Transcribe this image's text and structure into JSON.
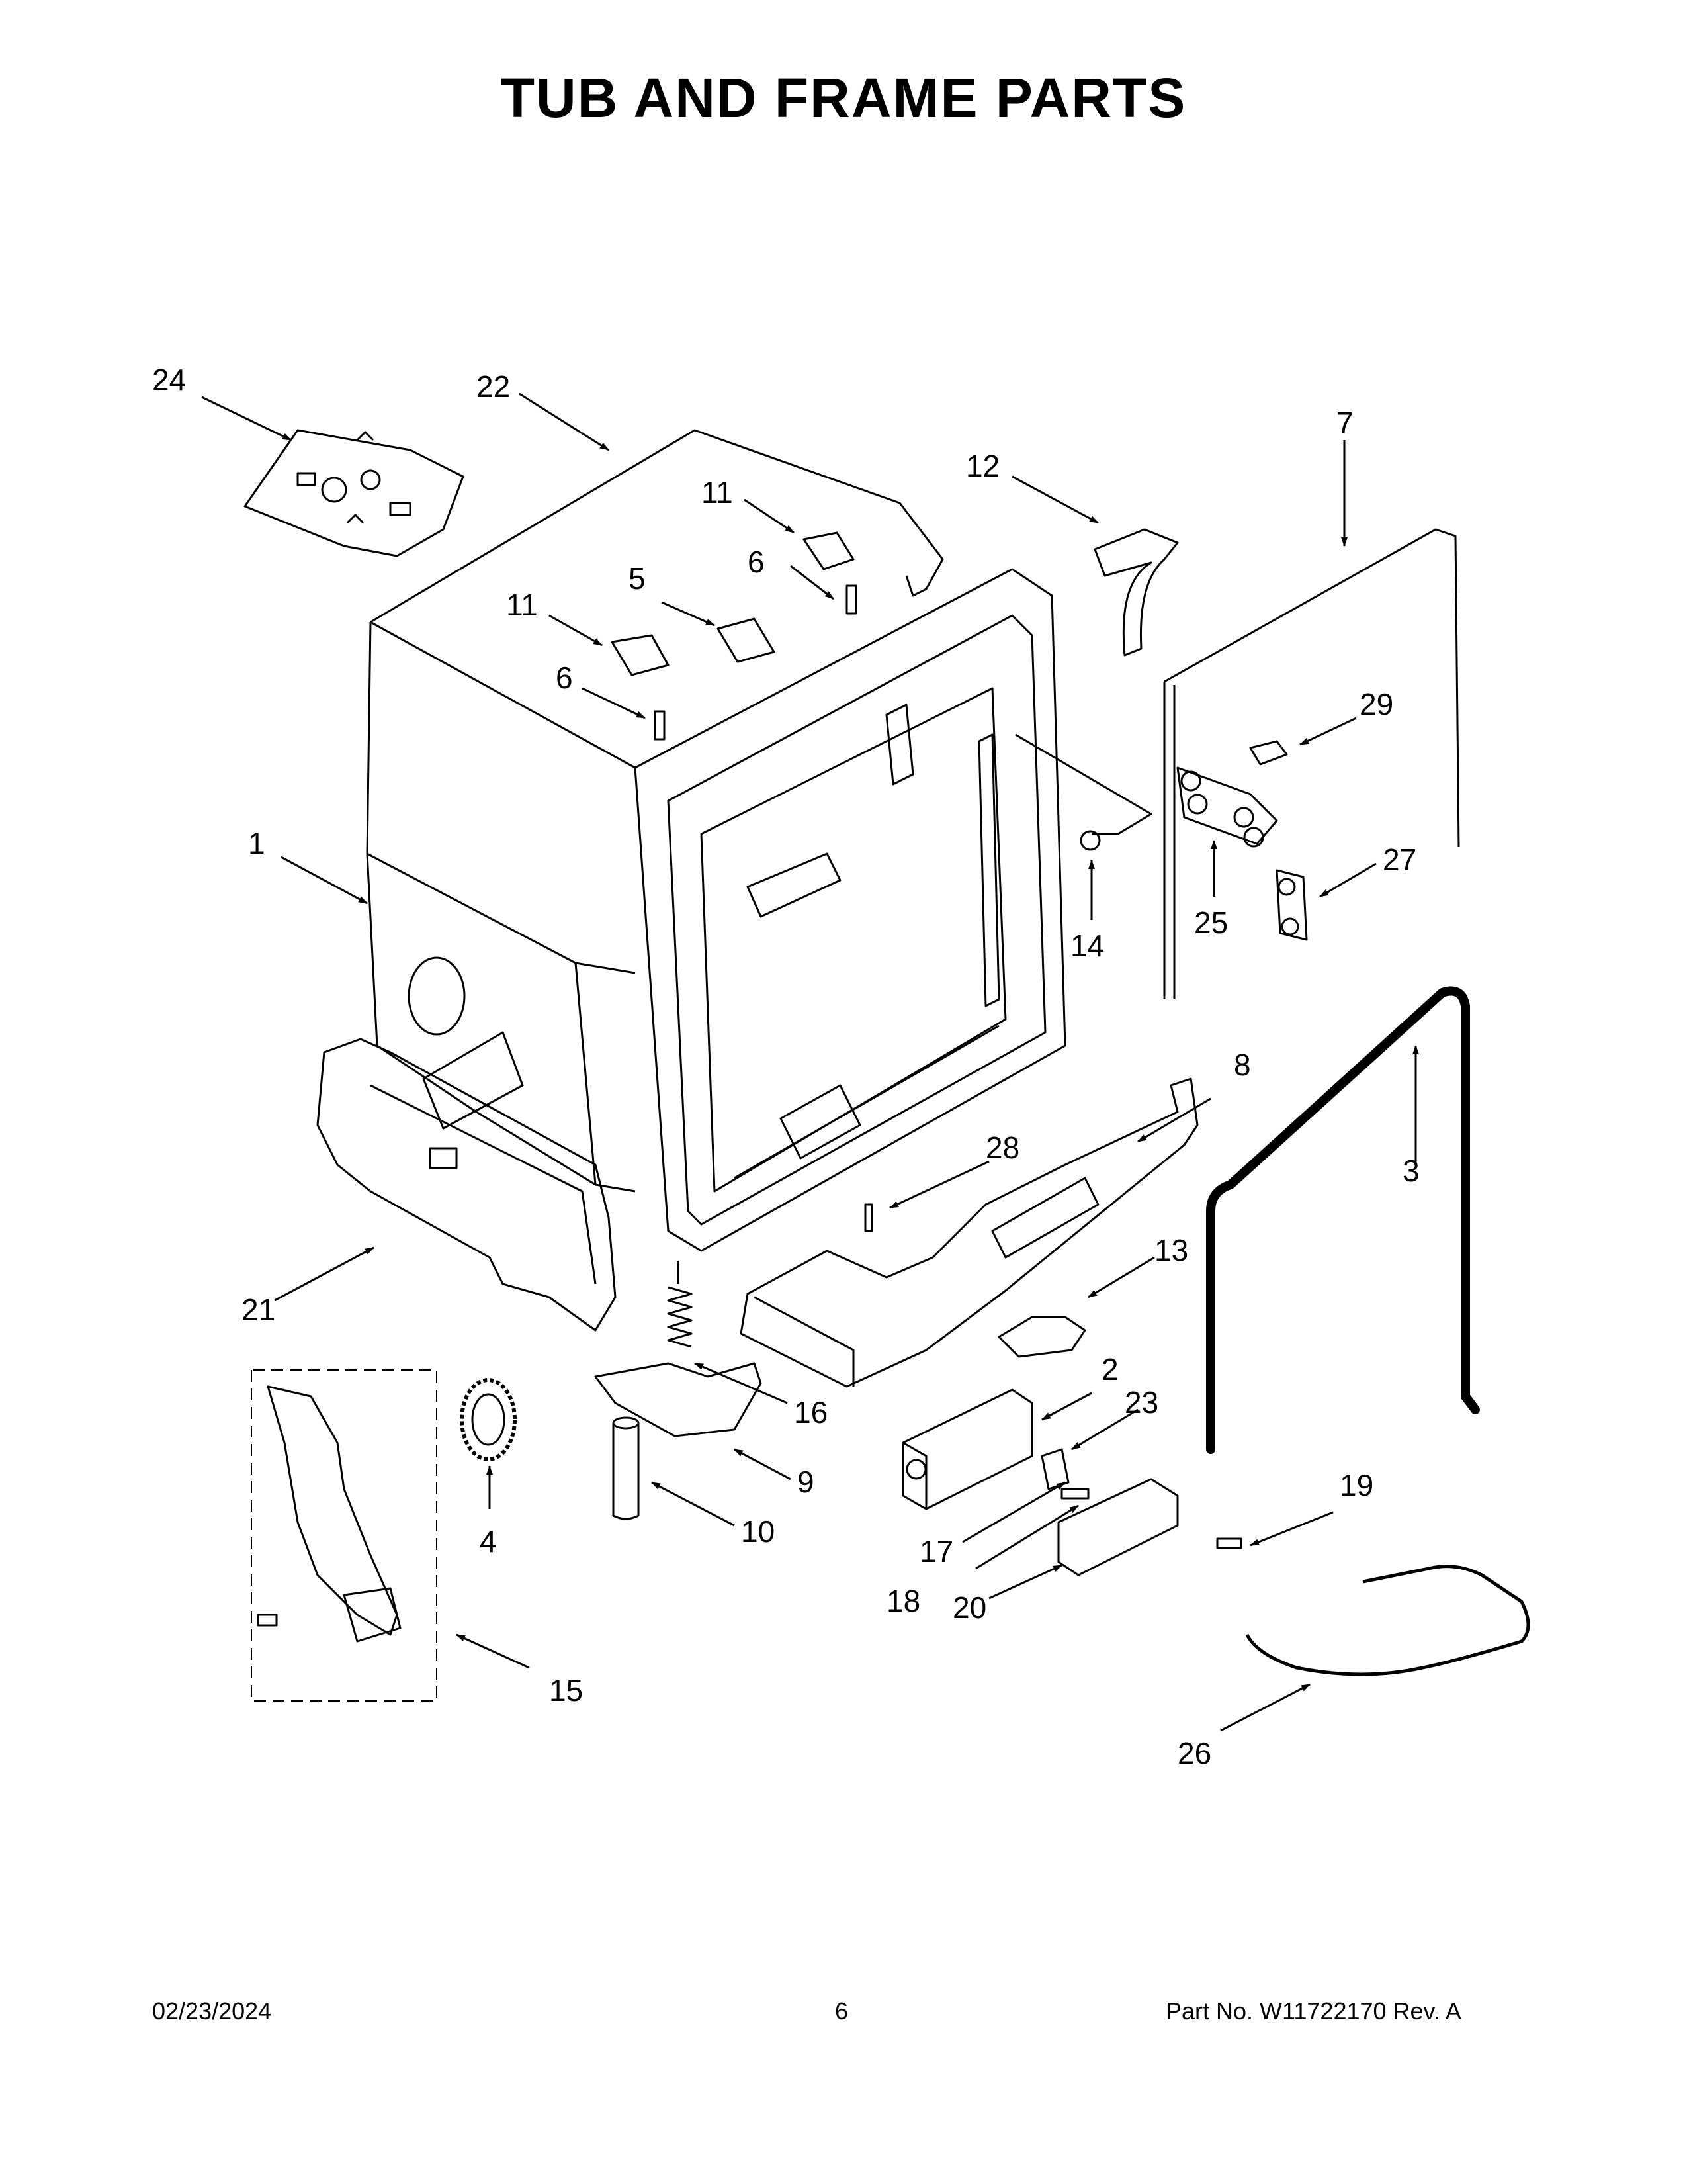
{
  "title": "TUB AND FRAME PARTS",
  "footer": {
    "date": "02/23/2024",
    "page": "6",
    "part": "Part No.  W11722170  Rev.  A"
  },
  "callouts": {
    "c1": "1",
    "c2": "2",
    "c3": "3",
    "c4": "4",
    "c5": "5",
    "c6a": "6",
    "c6b": "6",
    "c7": "7",
    "c8": "8",
    "c9": "9",
    "c10": "10",
    "c11a": "11",
    "c11b": "11",
    "c12": "12",
    "c13": "13",
    "c14": "14",
    "c15": "15",
    "c16": "16",
    "c17": "17",
    "c18": "18",
    "c19": "19",
    "c20": "20",
    "c21": "21",
    "c22": "22",
    "c23": "23",
    "c24": "24",
    "c25": "25",
    "c26": "26",
    "c27": "27",
    "c28": "28",
    "c29": "29"
  }
}
